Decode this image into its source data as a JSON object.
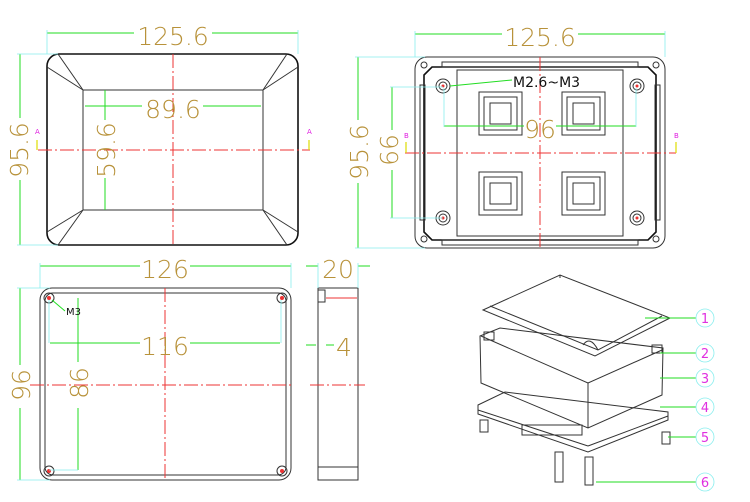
{
  "top_view": {
    "width_dim": "125.6",
    "height_dim": "95.6",
    "inner_width_dim": "89.6",
    "inner_height_dim": "59.6",
    "section_label": "A"
  },
  "bottom_view": {
    "width_dim": "125.6",
    "height_dim": "95.6",
    "hole_vertical_dim": "66",
    "hole_horizontal_dim": "96",
    "screw_note": "M2.6~M3",
    "section_label": "B"
  },
  "profile_view": {
    "width_dim": "126",
    "height_dim": "96",
    "hole_horizontal_dim": "116",
    "hole_vertical_dim": "86",
    "screw_note": "M3"
  },
  "side_view": {
    "depth_dim": "20",
    "offset_dim": "4"
  },
  "exploded_view": {
    "balloons": [
      "1",
      "2",
      "3",
      "4",
      "5",
      "6"
    ]
  },
  "colors": {
    "dimension_text": "#b8923a",
    "dimension_line": "#22dd22",
    "center_line": "#ee3333",
    "balloon": "#e030e0"
  }
}
